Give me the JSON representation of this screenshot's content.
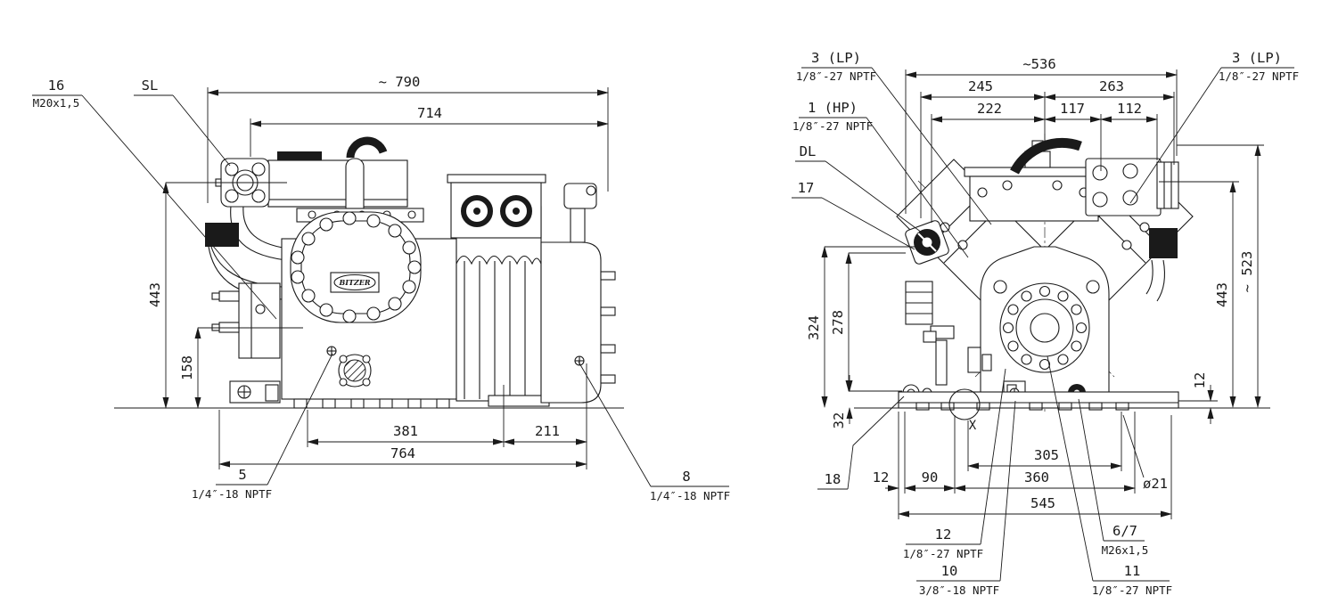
{
  "drawing": {
    "side_view": {
      "dims": {
        "overall_width": "~ 790",
        "width_inner": "714",
        "height_total": "443",
        "height_lower": "158",
        "bottom_left": "381",
        "bottom_right": "211",
        "bottom_total": "764"
      },
      "labels": {
        "c16_id": "16",
        "c16_spec": "M20x1,5",
        "sl": "SL",
        "c5_id": "5",
        "c5_spec": "1/4″-18 NPTF",
        "c8_id": "8",
        "c8_spec": "1/4″-18 NPTF"
      },
      "logo": "BITZER"
    },
    "front_view": {
      "dims": {
        "overall_width": "~536",
        "top_245": "245",
        "top_263": "263",
        "top_222": "222",
        "top_117": "117",
        "top_112": "112",
        "left_324": "324",
        "left_278": "278",
        "left_32": "32",
        "right_523": "~ 523",
        "right_443": "443",
        "right_12": "12",
        "bottom_305": "305",
        "bottom_360": "360",
        "bottom_545": "545",
        "bottom_12": "12",
        "bottom_90": "90",
        "foot_hole": "ø21"
      },
      "labels": {
        "c3_left_id": "3 (LP)",
        "c3_left_spec": "1/8″-27 NPTF",
        "c3_right_id": "3 (LP)",
        "c3_right_spec": "1/8″-27 NPTF",
        "c1_id": "1 (HP)",
        "c1_spec": "1/8″-27 NPTF",
        "dl": "DL",
        "c17": "17",
        "c18": "18",
        "x_detail": "X",
        "c12_id": "12",
        "c12_spec": "1/8″-27 NPTF",
        "c10_id": "10",
        "c10_spec": "3/8″-18 NPTF",
        "c11_id": "11",
        "c11_spec": "1/8″-27 NPTF",
        "c67_id": "6/7",
        "c67_spec": "M26x1,5"
      }
    }
  }
}
